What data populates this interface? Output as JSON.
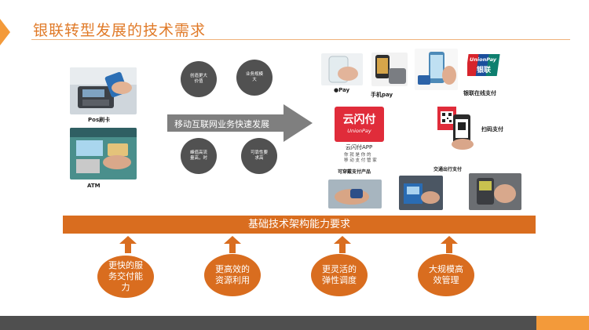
{
  "title": "银联转型发展的技术需求",
  "left_photos": {
    "pos_caption": "Pos刷卡",
    "atm_caption": "ATM"
  },
  "bubbles_top": [
    "创造更大价值",
    "业务规模大"
  ],
  "bubbles_bottom": [
    "峰值高流量高，时",
    "可靠性要求高"
  ],
  "arrow_label": "移动互联网业务快速发展",
  "products": {
    "apple_pay": "Pay",
    "phone_pay": "手机pay",
    "unionpay_card_brand": "UnionPay",
    "unionpay_card_cn": "银联",
    "unionpay_online": "银联在线支付",
    "cloud_flash_cn": "云闪付",
    "cloud_flash_en": "UnionPay",
    "app_name": "云闪付APP",
    "app_slogan_1": "你 就 是 你 的",
    "app_slogan_2": "移 动 支 付 管 家",
    "qr_pay": "扫码支付",
    "wearable": "可穿戴支付产品",
    "transit": "交通出行支付"
  },
  "foundation_bar": "基础技术架构能力要求",
  "requirements": [
    "更快的服务交付能力",
    "更高效的资源利用",
    "更灵活的弹性调度",
    "大规模高效管理"
  ],
  "colors": {
    "accent": "#d96d1f",
    "accent_light": "#f39a3a",
    "footer_gray": "#4f4f4f",
    "bubble": "#515151",
    "arrow": "#7f7f7f"
  },
  "icons": [
    "apple-icon",
    "qr-code-icon",
    "up-arrow-icon"
  ]
}
